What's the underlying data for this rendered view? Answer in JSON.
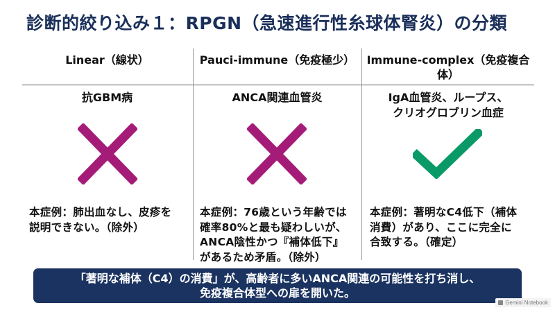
{
  "title": "診断的絞り込み１：RPGN（急速進行性糸球体腎炎）の分類",
  "columns": [
    {
      "header": "Linear（線状）",
      "subtitle": "抗GBM病",
      "mark": "cross",
      "example": [
        "本症例：肺出血なし、皮疹を",
        "説明できない。（除外）"
      ]
    },
    {
      "header": "Pauci-immune（免疫極少）",
      "subtitle": "ANCA関連血管炎",
      "mark": "cross",
      "example": [
        "本症例：76歳という年齢では",
        "確率80%と最も疑わしいが、",
        "ANCA陰性かつ『補体低下』",
        "があるため矛盾。（除外）"
      ]
    },
    {
      "header_lines": [
        "Immune-complex（免疫複合",
        "体）"
      ],
      "subtitle_lines": [
        "IgA血管炎、ループス、",
        "クリオグロブリン血症"
      ],
      "mark": "check",
      "example": [
        "本症例：著明なC4低下（補体",
        "消費）があり、ここに完全に",
        "合致する。（確定）"
      ]
    }
  ],
  "banner": {
    "line1": "「著明な補体（C4）の消費」が、高齢者に多いANCA関連の可能性を打ち消し、",
    "line2": "免疫複合体型への扉を開いた。"
  },
  "footer_badge": "Gemini Notebook",
  "colors": {
    "title": "#1a2f5a",
    "cross": "#a51c78",
    "check": "#0a9a68",
    "banner": "#1b3360"
  },
  "icons": {
    "cross": "cross-icon",
    "check": "checkmark-icon"
  }
}
